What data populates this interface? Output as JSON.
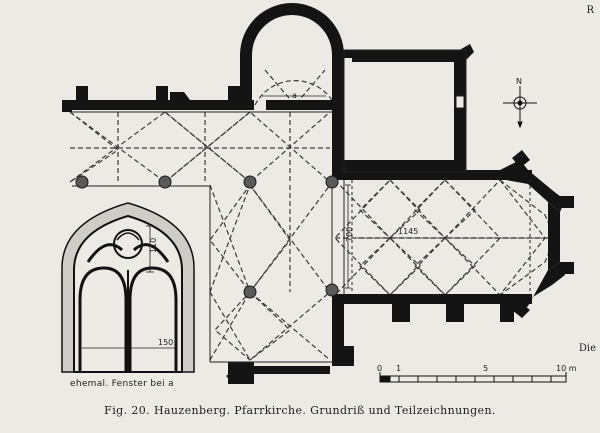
{
  "caption": "Fig. 20. Hauzenberg. Pfarrkirche. Grundriß und Teilzeichnungen.",
  "corner_letter": "R",
  "window_caption": "ehemal. Fenster bei a",
  "side_label": "Die",
  "labels": {
    "a": "a",
    "north": "N",
    "window_height": "110",
    "window_width": "150",
    "nave_height": "700",
    "nave_length": "1145"
  },
  "scale": {
    "t0": "0",
    "t1": "1",
    "t5": "5",
    "t10": "10 m"
  },
  "colors": {
    "wall": "#141414",
    "paper": "#eceae5",
    "line": "#333333"
  }
}
